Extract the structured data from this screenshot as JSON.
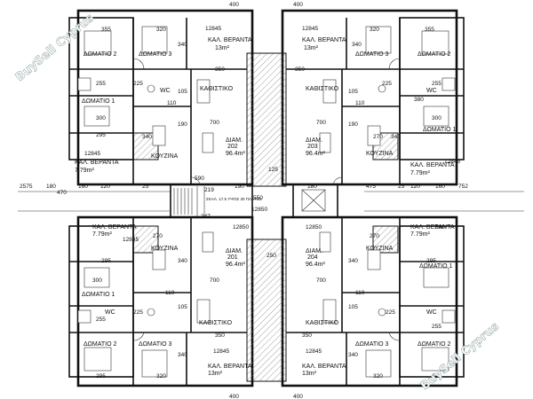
{
  "rooms": {
    "balcony": "ΚΑΛ. ΒΕΡΑΝΤΑ",
    "bedroom1": "ΔΩΜΑΤΙΟ 1",
    "bedroom2": "ΔΩΜΑΤΙΟ 2",
    "bedroom3": "ΔΩΜΑΤΙΟ 3",
    "living": "ΚΑΘΙΣΤΙΚΟ",
    "kitchen": "ΚΟΥΖΙΝΑ",
    "wc": "WC",
    "flat": "ΔΙΑΜ."
  },
  "areas": {
    "balcony_front": "13m²",
    "balcony_side": "7.79m²",
    "flat_area": "96.4m²"
  },
  "flats": [
    "201",
    "202",
    "203",
    "204"
  ],
  "levels": {
    "main": "12845",
    "mid": "12850"
  },
  "stair_note": "ΣΚΑΛ. 17.5 ΥΨΟΣ 30 ΠΛΑΤΟΣ",
  "dims": {
    "d355": "355",
    "d320": "320",
    "d340": "340",
    "d350": "350",
    "d255": "255",
    "d225": "225",
    "d105": "105",
    "d300": "300",
    "d295": "295",
    "d110": "110",
    "d190": "190",
    "d700": "700",
    "d270": "270",
    "d380": "380",
    "d250": "250",
    "d180": "180",
    "d470": "470",
    "d475": "475",
    "d160": "160",
    "d120": "120",
    "d590": "590",
    "d550": "550",
    "d219": "219",
    "d247": "247",
    "d125": "125",
    "d25": "25",
    "d2575": "2575",
    "d2575r": "752",
    "d400": "400"
  },
  "watermark": "BuySell Cyprus"
}
